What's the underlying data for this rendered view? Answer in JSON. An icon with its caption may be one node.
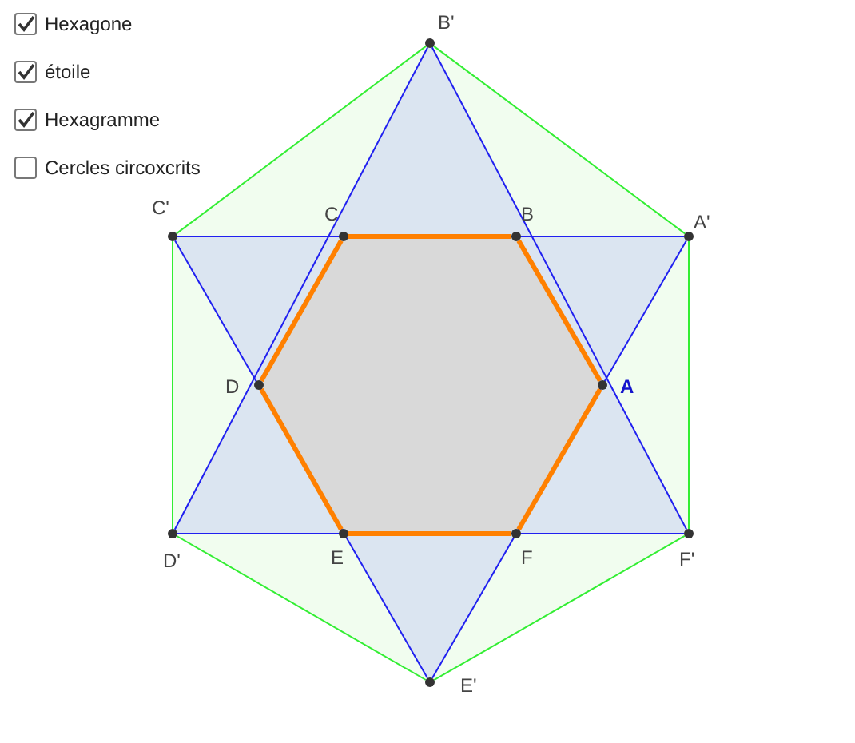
{
  "diagram": {
    "nodes": [
      {
        "text": [
          "B'"
        ]
      },
      {
        "text": [
          "C'"
        ]
      },
      {
        "text": [
          "C"
        ]
      },
      {
        "text": [
          "B"
        ]
      },
      {
        "text": [
          "A'"
        ]
      },
      {
        "text": [
          "D"
        ]
      },
      {
        "text": [
          "A"
        ]
      },
      {
        "text": [
          "D'"
        ]
      },
      {
        "text": [
          "E"
        ]
      },
      {
        "text": [
          "F"
        ]
      },
      {
        "text": [
          "F'"
        ]
      },
      {
        "text": [
          "E'"
        ]
      }
    ],
    "edges": [
      {
        "from": 4,
        "to": 0,
        "arrow": "none",
        "color": "#33ee33"
      },
      {
        "from": 0,
        "to": 1,
        "arrow": "none",
        "color": "#33ee33"
      },
      {
        "from": 1,
        "to": 7,
        "arrow": "none",
        "color": "#33ee33"
      },
      {
        "from": 7,
        "to": 11,
        "arrow": "none",
        "color": "#33ee33"
      },
      {
        "from": 11,
        "to": 10,
        "arrow": "none",
        "color": "#33ee33"
      },
      {
        "from": 10,
        "to": 4,
        "arrow": "none",
        "color": "#33ee33"
      },
      {
        "from": 0,
        "to": 7,
        "arrow": "none",
        "color": "#2020f0"
      },
      {
        "from": 7,
        "to": 10,
        "arrow": "none",
        "color": "#2020f0"
      },
      {
        "from": 10,
        "to": 0,
        "arrow": "none",
        "color": "#2020f0"
      },
      {
        "from": 1,
        "to": 4,
        "arrow": "none",
        "color": "#2020f0"
      },
      {
        "from": 4,
        "to": 11,
        "arrow": "none",
        "color": "#2020f0"
      },
      {
        "from": 11,
        "to": 1,
        "arrow": "none",
        "color": "#2020f0"
      },
      {
        "from": 6,
        "to": 3,
        "arrow": "none",
        "style": "thick",
        "color": "#ff8000"
      },
      {
        "from": 3,
        "to": 2,
        "arrow": "none",
        "style": "thick",
        "color": "#ff8000"
      },
      {
        "from": 2,
        "to": 5,
        "arrow": "none",
        "style": "thick",
        "color": "#ff8000"
      },
      {
        "from": 5,
        "to": 8,
        "arrow": "none",
        "style": "thick",
        "color": "#ff8000"
      },
      {
        "from": 8,
        "to": 9,
        "arrow": "none",
        "style": "thick",
        "color": "#ff8000"
      },
      {
        "from": 9,
        "to": 6,
        "arrow": "none",
        "style": "thick",
        "color": "#ff8000"
      }
    ],
    "labels": [
      "Hexagone",
      "étoile",
      "Hexagramme",
      "Cercles circoxcrits"
    ]
  }
}
